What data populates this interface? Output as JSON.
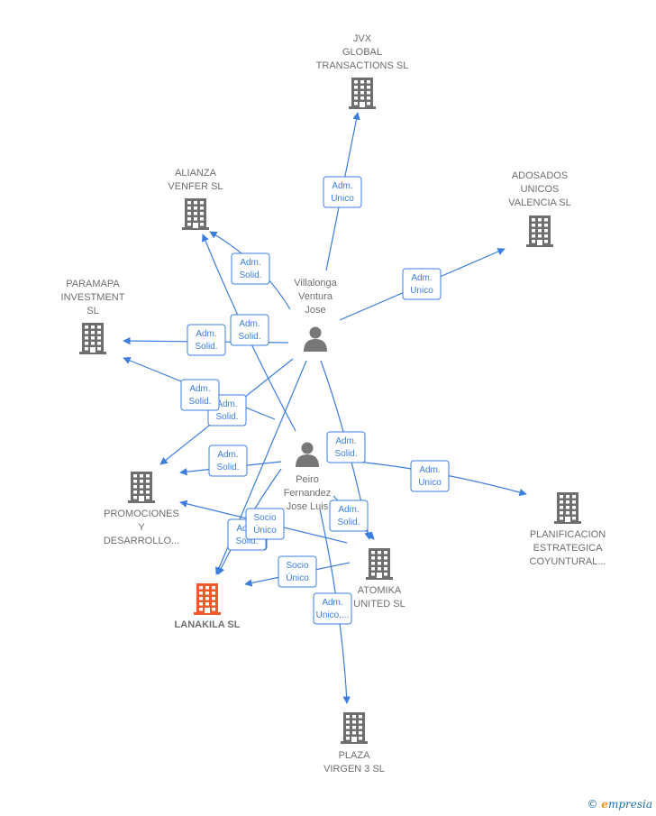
{
  "colors": {
    "edge": "#3b7ddd",
    "company": "#6e6e6e",
    "highlight": "#ee5a2a",
    "person": "#777777"
  },
  "nodes": [
    {
      "id": "jvx",
      "kind": "company",
      "label": [
        "JVX",
        "GLOBAL",
        "TRANSACTIONS SL"
      ],
      "icon": "building-icon"
    },
    {
      "id": "alianza",
      "kind": "company",
      "label": [
        "ALIANZA",
        "VENFER SL"
      ],
      "icon": "building-icon"
    },
    {
      "id": "adosados",
      "kind": "company",
      "label": [
        "ADOSADOS",
        "UNICOS",
        "VALENCIA SL"
      ],
      "icon": "building-icon"
    },
    {
      "id": "paramapa",
      "kind": "company",
      "label": [
        "PARAMAPA",
        "INVESTMENT",
        "SL"
      ],
      "icon": "building-icon"
    },
    {
      "id": "villalonga",
      "kind": "person",
      "label": [
        "Villalonga",
        "Ventura",
        "Jose"
      ],
      "icon": "person-icon"
    },
    {
      "id": "peiro",
      "kind": "person",
      "label": [
        "Peiro",
        "Fernandez",
        "Jose Luis"
      ],
      "icon": "person-icon"
    },
    {
      "id": "promociones",
      "kind": "company",
      "label": [
        "PROMOCIONES",
        "Y",
        "DESARROLLO..."
      ],
      "icon": "building-icon"
    },
    {
      "id": "planificacion",
      "kind": "company",
      "label": [
        "PLANIFICACION",
        "ESTRATEGICA",
        "COYUNTURAL..."
      ],
      "icon": "building-icon"
    },
    {
      "id": "atomika",
      "kind": "company",
      "label": [
        "ATOMIKA",
        "UNITED SL"
      ],
      "icon": "building-icon"
    },
    {
      "id": "lanakila",
      "kind": "company-main",
      "label": [
        "LANAKILA SL"
      ],
      "icon": "building-icon"
    },
    {
      "id": "plaza",
      "kind": "company",
      "label": [
        "PLAZA",
        "VIRGEN 3 SL"
      ],
      "icon": "building-icon"
    }
  ],
  "edges": [
    {
      "from": "villalonga",
      "to": "jvx",
      "label": [
        "Adm.",
        "Unico"
      ]
    },
    {
      "from": "villalonga",
      "to": "adosados",
      "label": [
        "Adm.",
        "Unico"
      ]
    },
    {
      "from": "villalonga",
      "to": "alianza",
      "label": [
        "Adm.",
        "Solid."
      ]
    },
    {
      "from": "villalonga",
      "to": "paramapa",
      "label": [
        "Adm.",
        "Solid."
      ]
    },
    {
      "from": "villalonga",
      "to": "promociones",
      "label": [
        "Adm.",
        "Solid."
      ]
    },
    {
      "from": "villalonga",
      "to": "lanakila",
      "label": [
        "Adm.",
        "Solid."
      ]
    },
    {
      "from": "villalonga",
      "to": "atomika",
      "label": [
        "Adm.",
        "Solid."
      ]
    },
    {
      "from": "peiro",
      "to": "alianza",
      "label": [
        "Adm.",
        "Solid."
      ]
    },
    {
      "from": "peiro",
      "to": "paramapa",
      "label": [
        "Adm.",
        "Solid."
      ]
    },
    {
      "from": "peiro",
      "to": "promociones",
      "label": [
        "Adm.",
        "Solid."
      ]
    },
    {
      "from": "peiro",
      "to": "lanakila",
      "label": [
        "Adm.",
        "Solid."
      ]
    },
    {
      "from": "peiro",
      "to": "atomika",
      "label": [
        "Adm.",
        "Solid."
      ]
    },
    {
      "from": "peiro",
      "to": "planificacion",
      "label": [
        "Adm.",
        "Unico"
      ]
    },
    {
      "from": "peiro",
      "to": "plaza",
      "label": [
        "Adm.",
        "Unico,..."
      ]
    },
    {
      "from": "atomika",
      "to": "promociones",
      "label": [
        "Socio",
        "Único"
      ]
    },
    {
      "from": "atomika",
      "to": "lanakila",
      "label": [
        "Socio",
        "Único"
      ]
    }
  ],
  "watermark": {
    "copyright": "©",
    "brand_first": "e",
    "brand_rest": "mpresia"
  }
}
